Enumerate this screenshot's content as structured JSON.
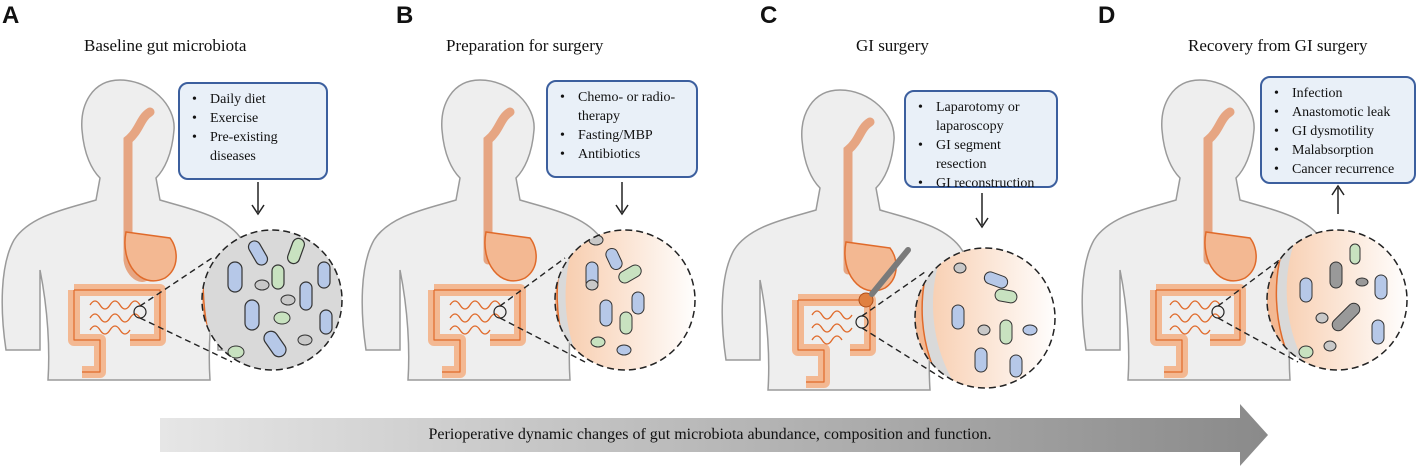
{
  "panels": [
    {
      "letter": "A",
      "title": "Baseline gut microbiota",
      "items": [
        "Daily diet",
        "Exercise",
        "Pre-existing diseases"
      ]
    },
    {
      "letter": "B",
      "title": "Preparation for surgery",
      "items": [
        "Chemo- or radio-therapy",
        "Fasting/MBP",
        "Antibiotics"
      ]
    },
    {
      "letter": "C",
      "title": "GI surgery",
      "items": [
        "Laparotomy or laparoscopy",
        "GI segment resection",
        "GI reconstruction"
      ]
    },
    {
      "letter": "D",
      "title": "Recovery from GI surgery",
      "items": [
        "Infection",
        "Anastomotic leak",
        "GI dysmotility",
        "Malabsorption",
        "Cancer recurrence"
      ]
    }
  ],
  "bottom_arrow": {
    "text": "Perioperative dynamic changes of gut microbiota abundance, composition and function."
  },
  "colors": {
    "body": "#eeeeee",
    "outline": "#9a9a9a",
    "gut": "#f3b892",
    "gut_outline": "#e06a2a",
    "box_fill": "#e9f0f8",
    "box_border": "#3c5f9e",
    "microbe_blue": "#b6c8e8",
    "microbe_green": "#c8e2c0",
    "microbe_gray": "#c8c8c8"
  }
}
